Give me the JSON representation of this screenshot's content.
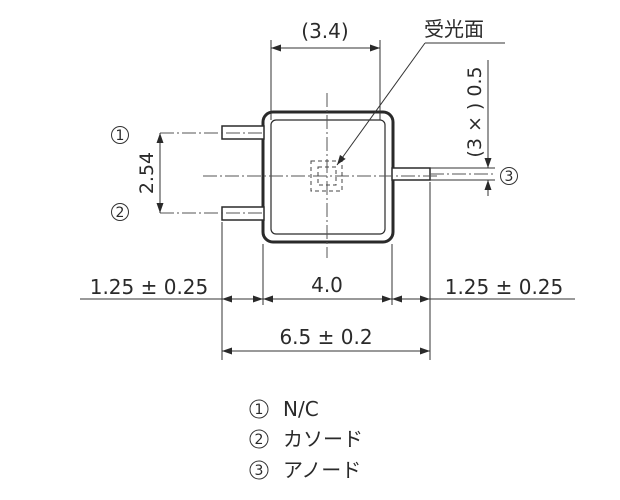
{
  "labels": {
    "window_width": "(3.4)",
    "receiving_surface": "受光面",
    "pin_pitch": "2.54",
    "lead_width": "(3 × ) 0.5",
    "left_lead": "1.25 ± 0.25",
    "body_width": "4.0",
    "right_lead": "1.25 ± 0.25",
    "overall_width": "6.5 ± 0.2"
  },
  "pin_marks": {
    "pin1": "1",
    "pin2": "2",
    "pin3": "3"
  },
  "legend": [
    {
      "num": "1",
      "label": "N/C"
    },
    {
      "num": "2",
      "label": "カソード"
    },
    {
      "num": "3",
      "label": "アノード"
    }
  ]
}
